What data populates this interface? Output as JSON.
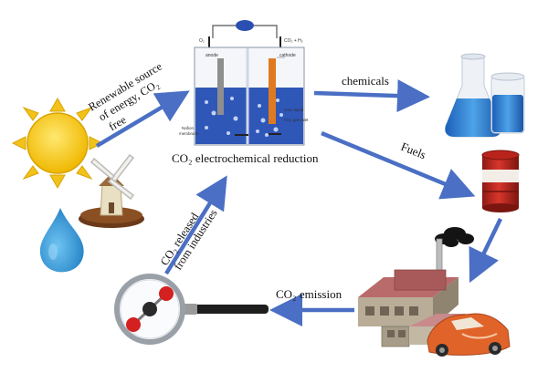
{
  "cell": {
    "o2": "O₂",
    "co2_h2": "CO₂ + H₂",
    "anode": "anode",
    "cathode": "cathode",
    "nafion_line1": "Nafion",
    "nafion_line2": "membrane",
    "ionic_liquid": "Ionic liquid",
    "co2_gas_inlet": "CO₂ gas inlet",
    "caption": "CO₂ electrochemical reduction"
  },
  "labels": {
    "renewable_line1": "Renewable source",
    "renewable_line2": "of energy, CO₂",
    "renewable_line3": "free",
    "chemicals": "chemicals",
    "fuels": "Fuels",
    "released_line1": "CO₂ released",
    "released_line2": "from industries",
    "emission": "CO₂ emission"
  },
  "colors": {
    "arrow": "#4a6fc4",
    "electrolyte": "#2f57b8",
    "sun": "#f2c21a",
    "drop": "#3ea0de",
    "barrel": "#c62a22",
    "car": "#e0642a"
  },
  "icons": {
    "sun": "sun-icon",
    "windmill": "windmill-icon",
    "water_drop": "water-drop-icon",
    "flasks": "flask-icon",
    "barrel": "oil-barrel-icon",
    "smoke": "smoke-icon",
    "factory": "factory-icon",
    "car": "car-icon",
    "magnifier": "magnifier-icon",
    "molecule": "co2-molecule-icon"
  }
}
